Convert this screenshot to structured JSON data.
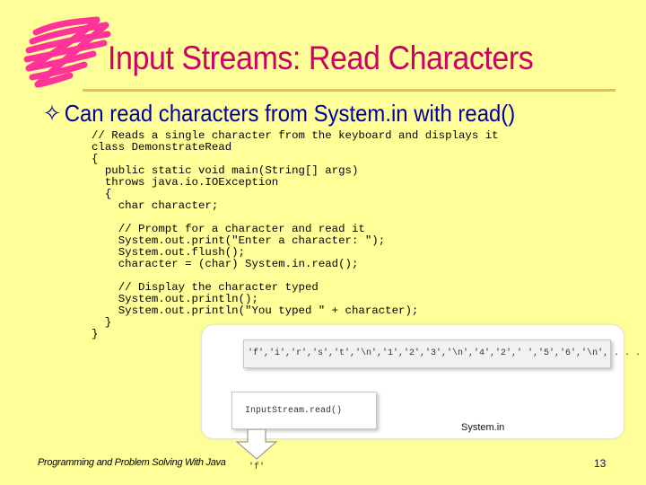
{
  "slide": {
    "title": "Input Streams: Read Characters",
    "bullet_marker": "✧",
    "bullet": "Can read characters from System.in with read()",
    "code": "// Reads a single character from the keyboard and displays it\nclass DemonstrateRead\n{\n  public static void main(String[] args)\n  throws java.io.IOException\n  {\n    char character;\n\n    // Prompt for a character and read it\n    System.out.print(\"Enter a character: \");\n    System.out.flush();\n    character = (char) System.in.read();\n\n    // Display the character typed\n    System.out.println();\n    System.out.println(\"You typed \" + character);\n  }\n}",
    "diagram": {
      "stream_chars": "'f','i','r','s','t','\\n','1','2','3','\\n','4','2',' ','5','6','\\n', . . .",
      "read_call": "InputStream.read()",
      "source_label": "System.in",
      "output_char": "'f'"
    },
    "footer": "Programming and Problem Solving With Java",
    "page_number": "13"
  },
  "colors": {
    "background": "#FFFF99",
    "title": "#CC0066",
    "bullet": "#000099",
    "rule": "#E8BF57",
    "scribble": "#FF3399"
  },
  "icons": {
    "decoration": "magenta-scribble-icon",
    "down_arrow": "down-arrow-icon"
  }
}
